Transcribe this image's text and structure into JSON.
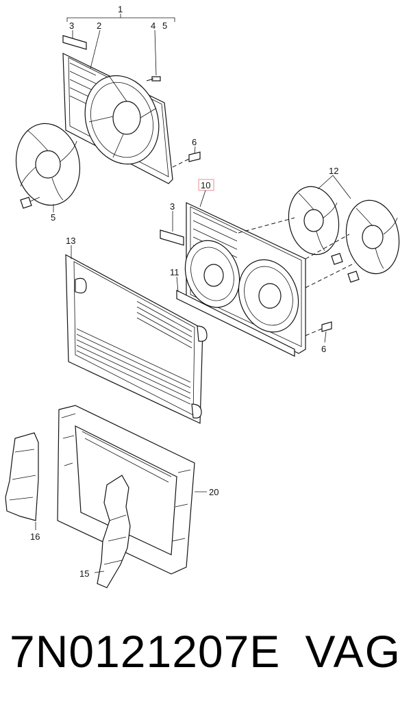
{
  "diagram": {
    "callouts": {
      "c1": "1",
      "c2": "2",
      "c3a": "3",
      "c4": "4",
      "c5a": "5",
      "c5b": "5",
      "c6a": "6",
      "c10": "10",
      "c12": "12",
      "c3b": "3",
      "c11": "11",
      "c6b": "6",
      "c13": "13",
      "c20": "20",
      "c16": "16",
      "c15": "15"
    },
    "highlight_color": "#e8a0a8"
  },
  "footer": {
    "part_number": "7N0121207E",
    "brand": "VAG"
  }
}
